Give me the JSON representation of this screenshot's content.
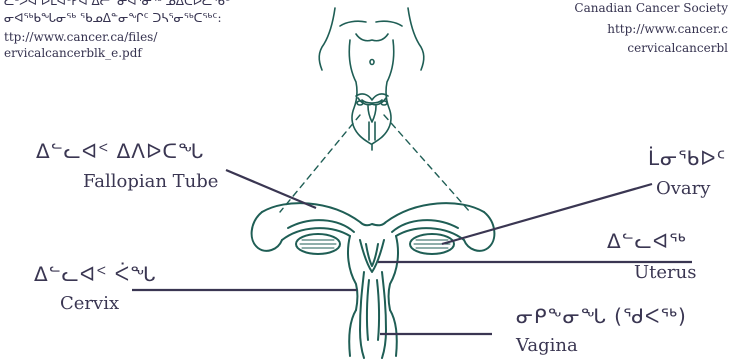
{
  "left_source": {
    "line1": "ᓚᒃᐳᐊ ᐅᒪᐊᑦᓯᐊ ᐃᓕᓐᓂᐊᕐᓂᖅ ᓄᐃᑕᐅᓚᖃᑦ",
    "line2": "ᓂᐊᖅᑲᖓᓂᖅ ᖃᓄᐃᓐᓂᖏᑦ ᑐᓴᕐᓂᖅᑕᖅᑦ:",
    "line3": "ttp://www.cancer.ca/files/",
    "line4": "ervicalcancerblk_e.pdf"
  },
  "right_source": {
    "line1": "Canadian Cancer Society",
    "line2": "http://www.cancer.c",
    "line3": "cervicalcancerbl"
  },
  "labels": {
    "fallopian_syllabic": "ᐃᓪᓚᐊᑉ ᐃᐱᐅᑕᖓ",
    "fallopian": "Fallopian Tube",
    "ovary_syllabic": "ᒫᓂᖃᐅᑦ",
    "ovary": "Ovary",
    "uterus_syllabic": "ᐃᓪᓚᐊᖅ",
    "uterus": "Uterus",
    "cervix_syllabic": "ᐃᓪᓚᐊᑉ ᐹᖓ",
    "cervix": "Cervix",
    "vagina_syllabic": "ᓂᑭᖕᓂᖓ (ᖁᐸᖅ)",
    "vagina": "Vagina"
  },
  "colors": {
    "organ_line": "#1f5e55",
    "leader_line": "#3a3652",
    "text": "#3a3652"
  }
}
